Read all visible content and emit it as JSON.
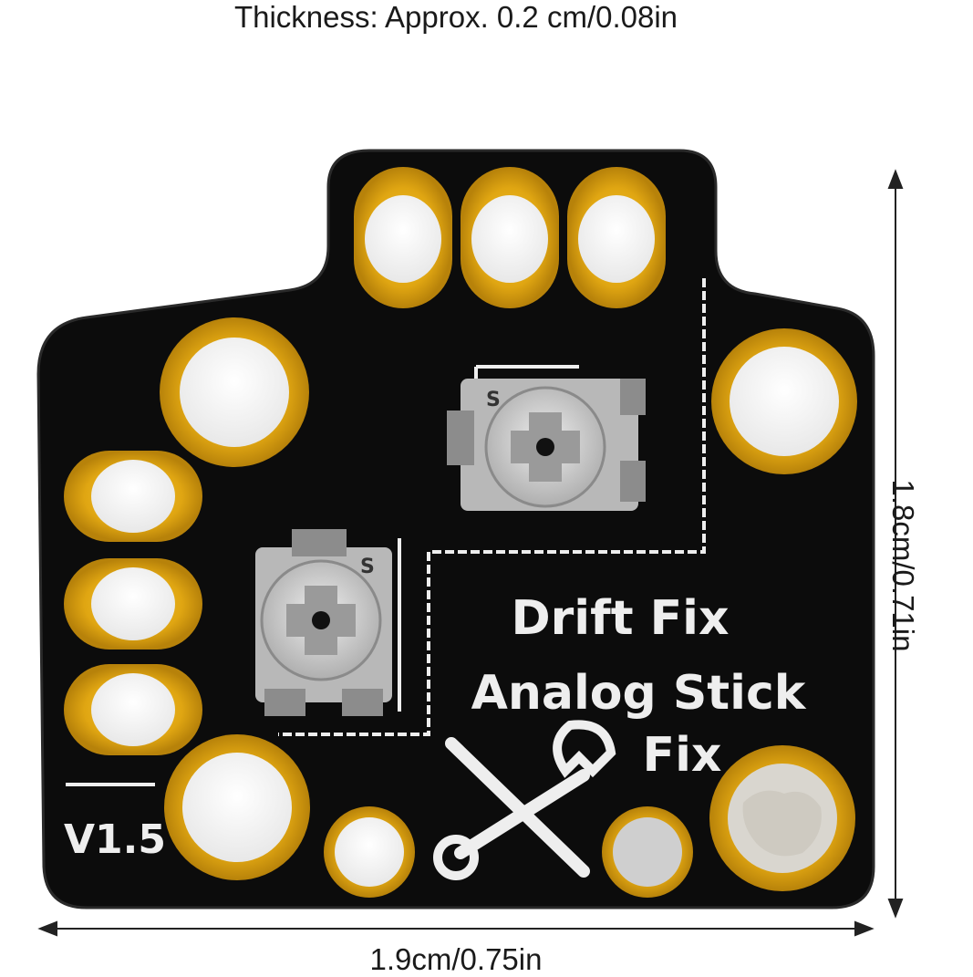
{
  "dimensions": {
    "thickness": "Thickness: Approx. 0.2 cm/0.08in",
    "width": "1.9cm/0.75in",
    "height": "1.8cm/0.71in"
  },
  "board_silkscreen": {
    "line1": "Drift Fix",
    "line2": "Analog Stick",
    "line3": "Fix",
    "version": "V1.5",
    "pot_mark_1": "S",
    "pot_mark_2": "S"
  },
  "colors": {
    "pcb": "#0c0c0c",
    "gold_pad": "#e0a612",
    "silkscreen": "#eeeeee"
  }
}
